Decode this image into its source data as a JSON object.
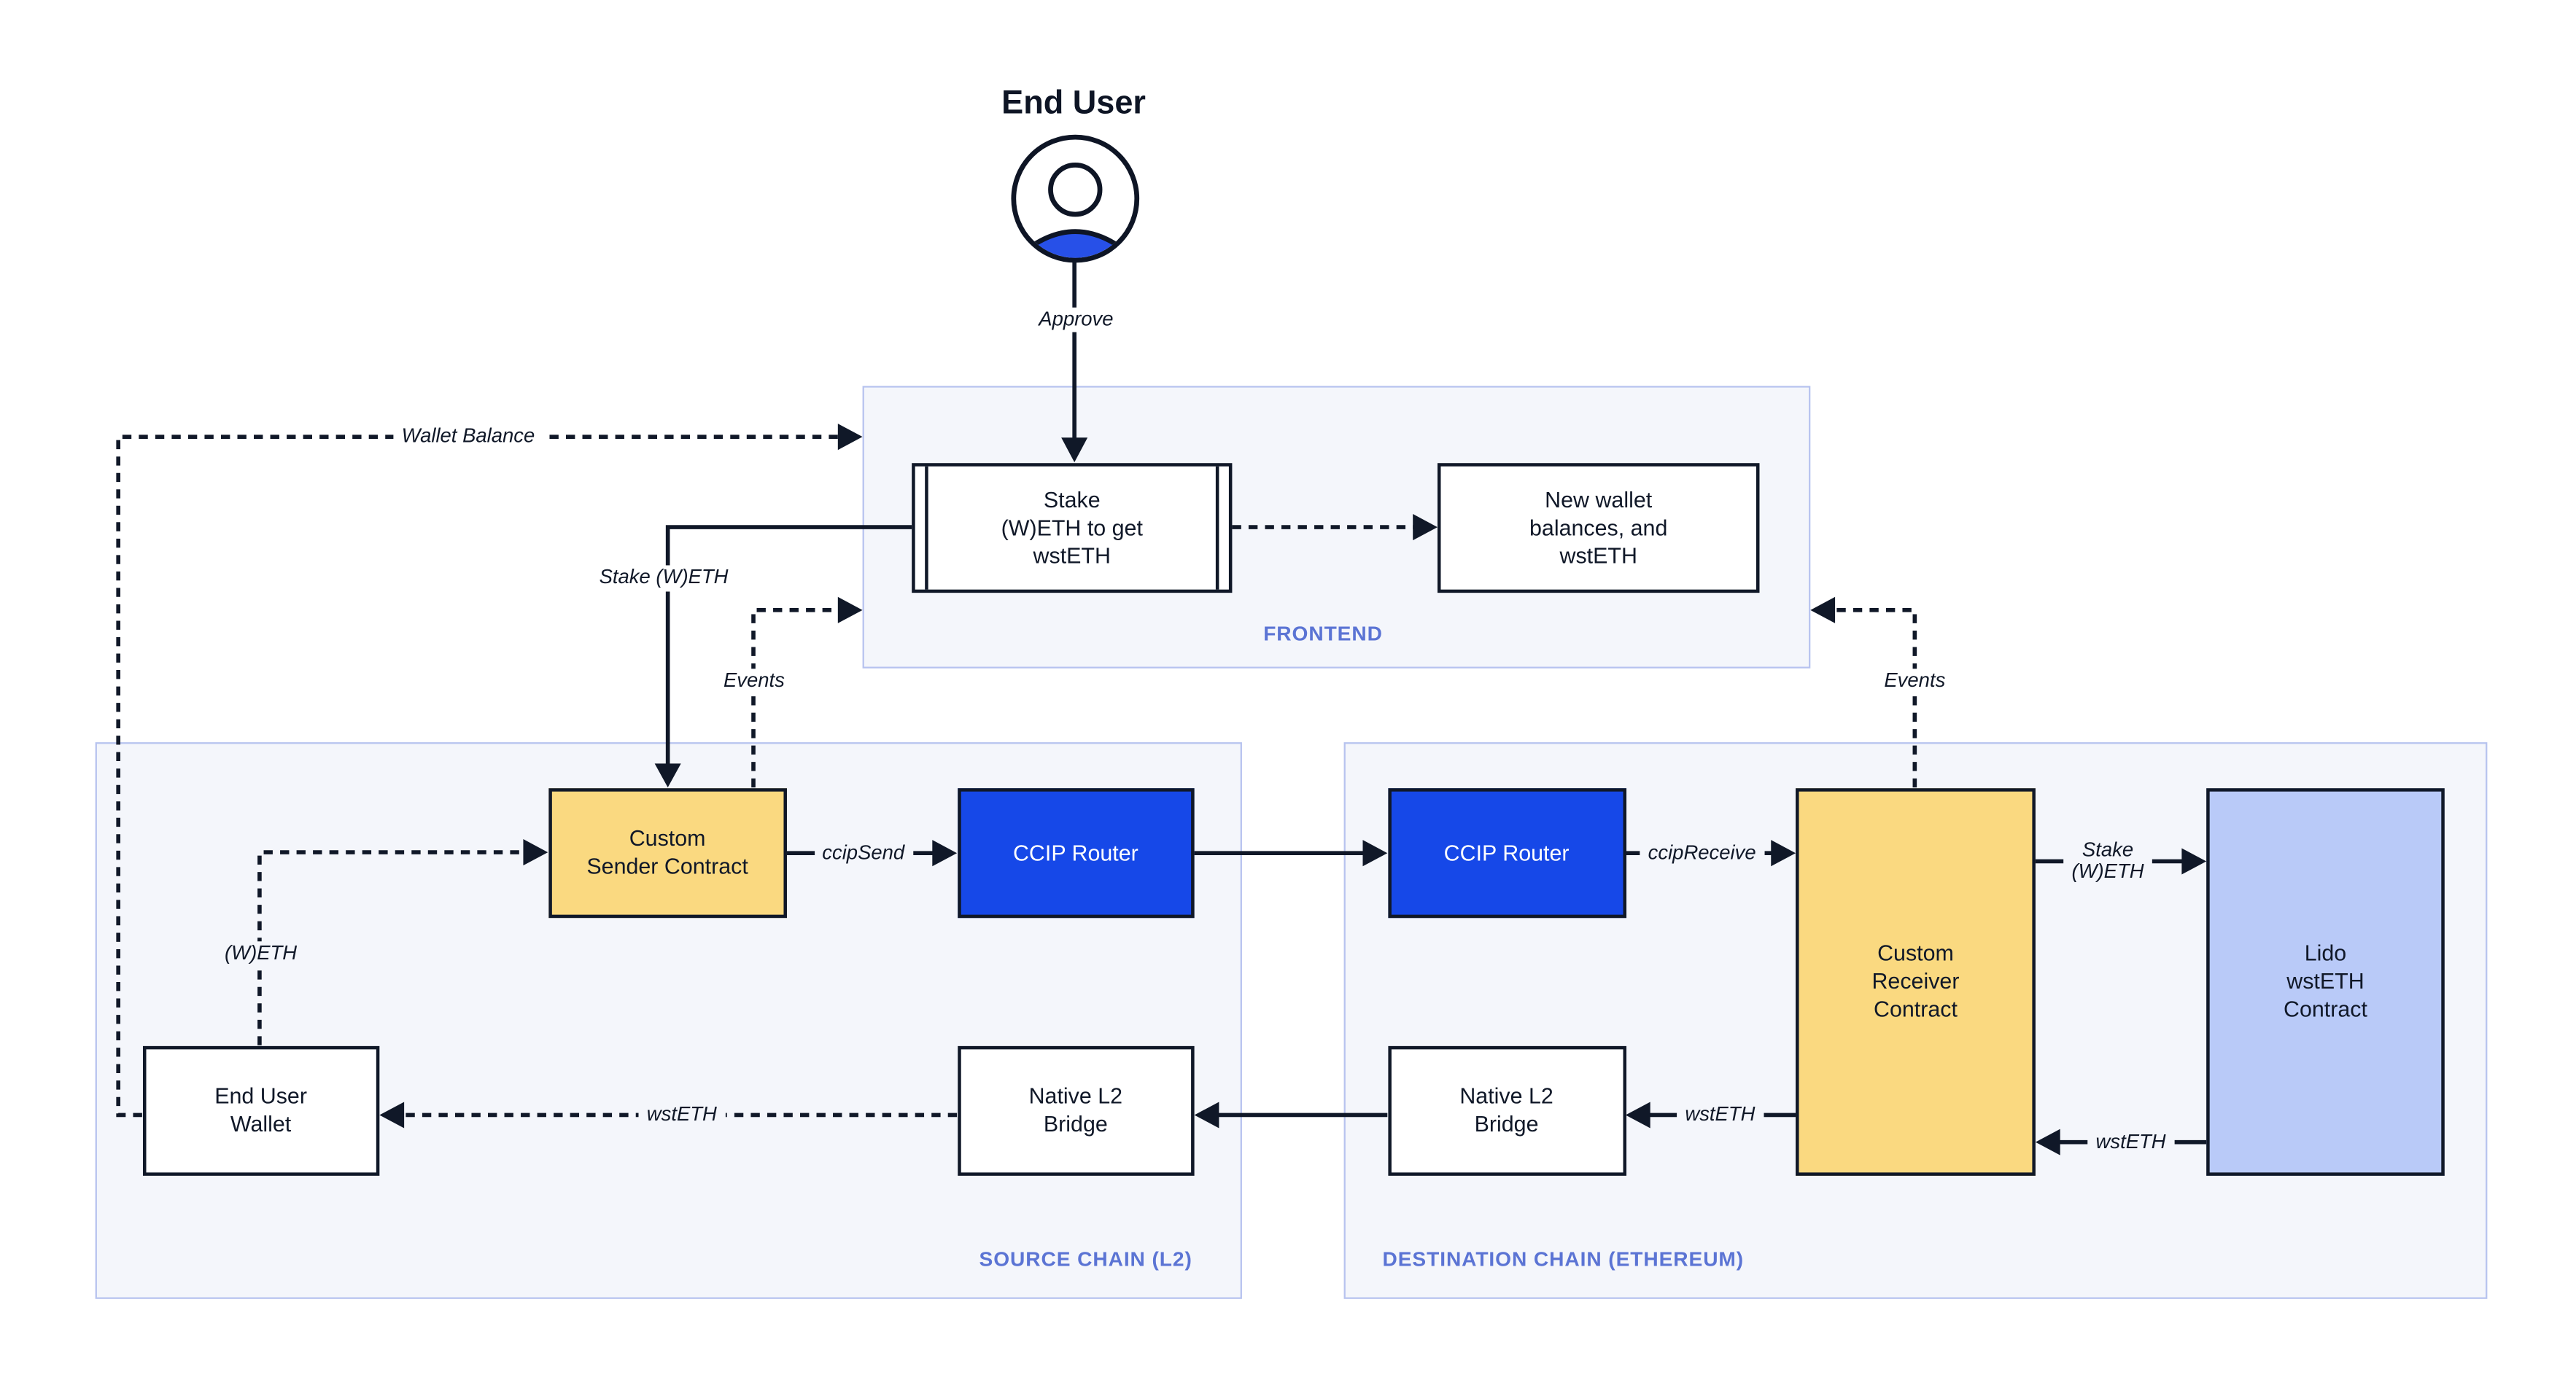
{
  "actor": {
    "title": "End User"
  },
  "frontend": {
    "label": "FRONTEND",
    "stake_box": "Stake\n(W)ETH to get\nwstETH",
    "new_wallet_box": "New wallet\nbalances, and\nwstETH"
  },
  "source_chain": {
    "label": "SOURCE CHAIN (L2)",
    "custom_sender": "Custom\nSender Contract",
    "ccip_router": "CCIP Router",
    "end_user_wallet": "End User\nWallet",
    "native_l2_bridge": "Native L2\nBridge"
  },
  "destination_chain": {
    "label": "DESTINATION CHAIN (ETHEREUM)",
    "ccip_router": "CCIP Router",
    "custom_receiver": "Custom\nReceiver\nContract",
    "lido_contract": "Lido\nwstETH\nContract",
    "native_l2_bridge": "Native L2\nBridge"
  },
  "edge_labels": {
    "approve": "Approve",
    "wallet_balance": "Wallet Balance",
    "stake_weth": "Stake (W)ETH",
    "events_left": "Events",
    "events_right": "Events",
    "ccip_send": "ccipSend",
    "ccip_receive": "ccipReceive",
    "weth": "(W)ETH",
    "wsteth_to_wallet": "wstETH",
    "wsteth_to_bridge": "wstETH",
    "wsteth_from_lido": "wstETH",
    "stake_weth_lido": "Stake\n(W)ETH"
  },
  "colors": {
    "contract_yellow": "#FAD980",
    "router_blue": "#1648E8",
    "lido_periwinkle": "#B9CAF8",
    "group_fill": "#F4F6FB",
    "group_border": "#B7C3EF",
    "group_label_blue": "#5B74D4",
    "ink": "#101828",
    "avatar_blue": "#2750E8"
  }
}
